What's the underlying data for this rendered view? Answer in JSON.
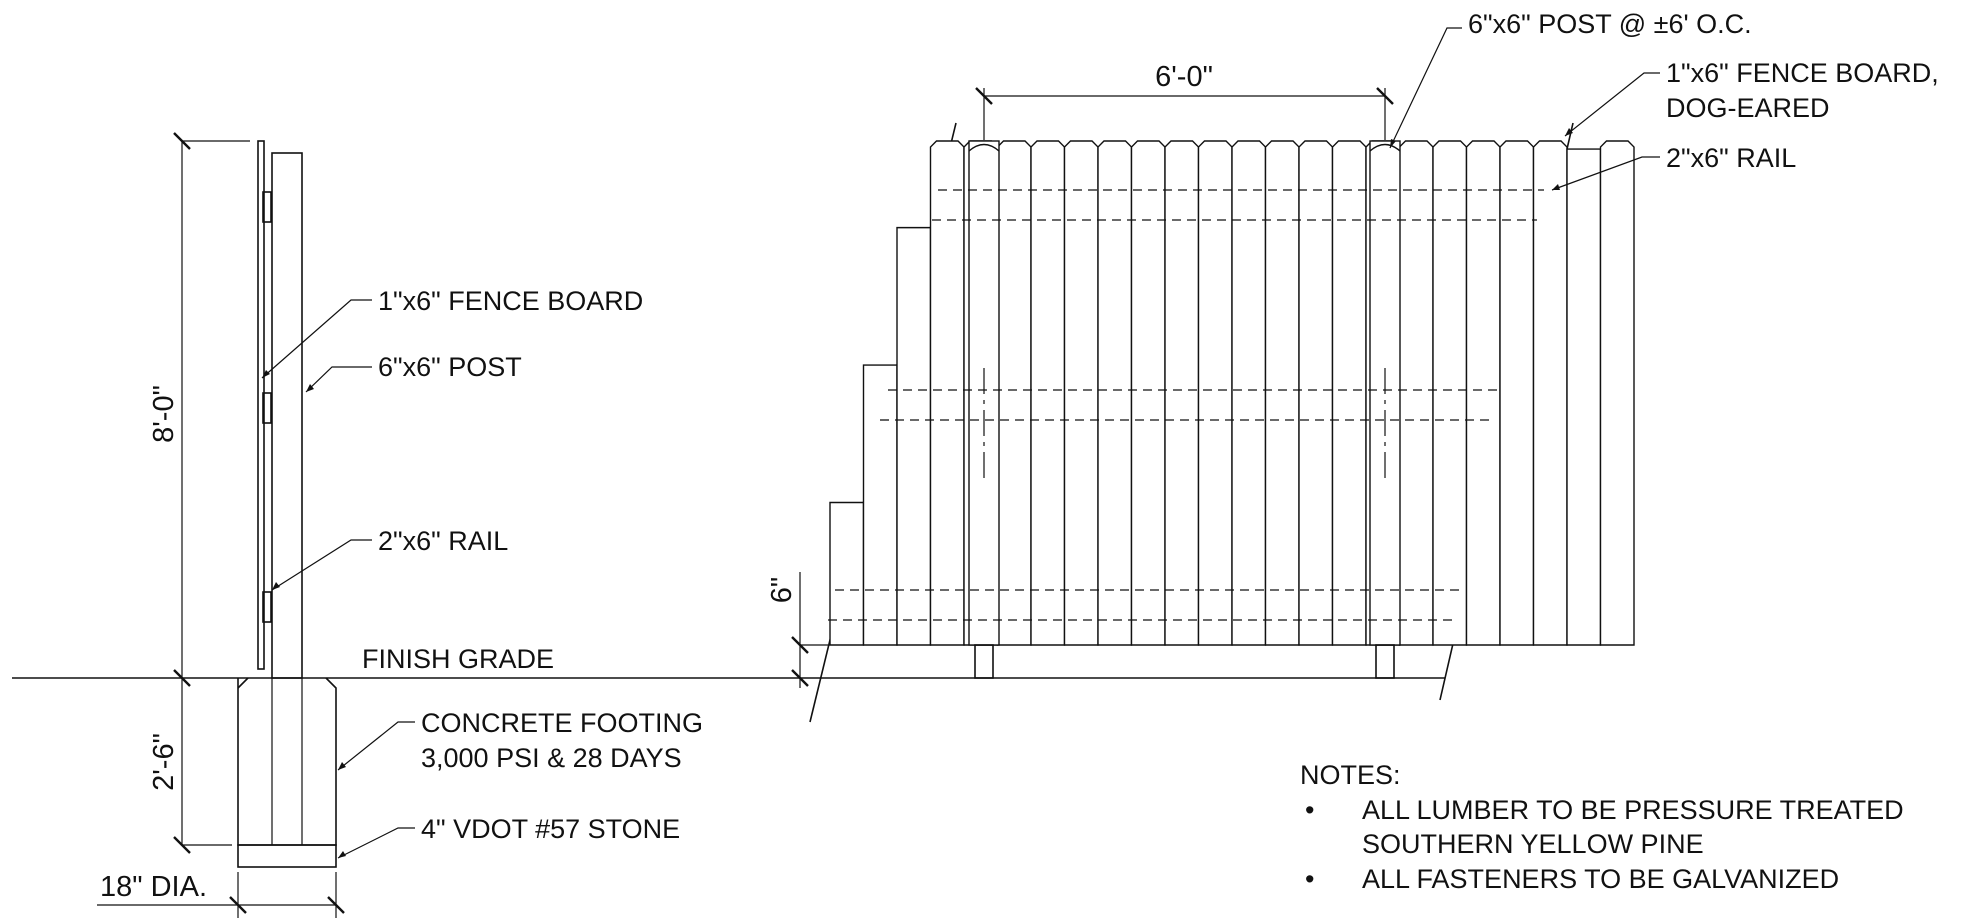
{
  "section": {
    "height_dim": "8'-0\"",
    "embed_dim": "2'-6\"",
    "dia_dim": "18\" DIA.",
    "fence_board_label": "1\"x6\" FENCE BOARD",
    "post_label": "6\"x6\" POST",
    "rail_label": "2\"x6\" RAIL",
    "finish_grade_label": "FINISH GRADE",
    "footing_label_line1": "CONCRETE FOOTING",
    "footing_label_line2": "3,000 PSI & 28 DAYS",
    "stone_label": "4\" VDOT #57 STONE"
  },
  "elevation": {
    "post_spacing_label": "6\"x6\" POST @ ±6' O.C.",
    "span_dim": "6'-0\"",
    "board_label_line1": "1\"x6\" FENCE BOARD,",
    "board_label_line2": "DOG-EARED",
    "rail_label": "2\"x6\" RAIL",
    "clearance_dim": "6\""
  },
  "notes": {
    "title": "NOTES:",
    "items": [
      {
        "bullet": "•",
        "line1": "ALL LUMBER TO BE PRESSURE TREATED",
        "line2": "SOUTHERN YELLOW PINE"
      },
      {
        "bullet": "•",
        "line1": "ALL FASTENERS TO BE GALVANIZED",
        "line2": ""
      }
    ]
  }
}
